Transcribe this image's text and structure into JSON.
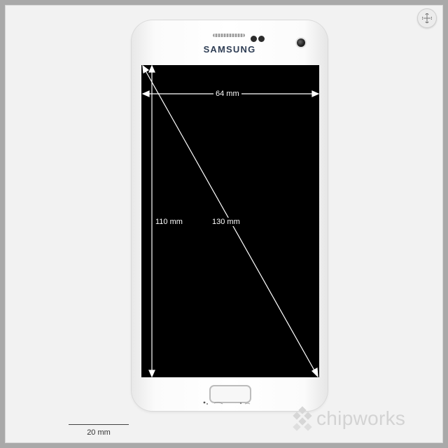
{
  "brand": "SAMSUNG",
  "dimensions": {
    "width": "64 mm",
    "height": "110 mm",
    "diagonal": "130 mm"
  },
  "scale": {
    "label": "20 mm"
  },
  "watermark": {
    "text": "chipworks"
  },
  "icons": [
    "expand-icon",
    "chipworks-logo-icon"
  ],
  "colors": {
    "background": "#f2f2f2",
    "frame": "#a9a9a9",
    "phone_body": "#ffffff",
    "screen": "#000000",
    "brand_text": "#2f3e55",
    "watermark": "#d3d3d3"
  }
}
